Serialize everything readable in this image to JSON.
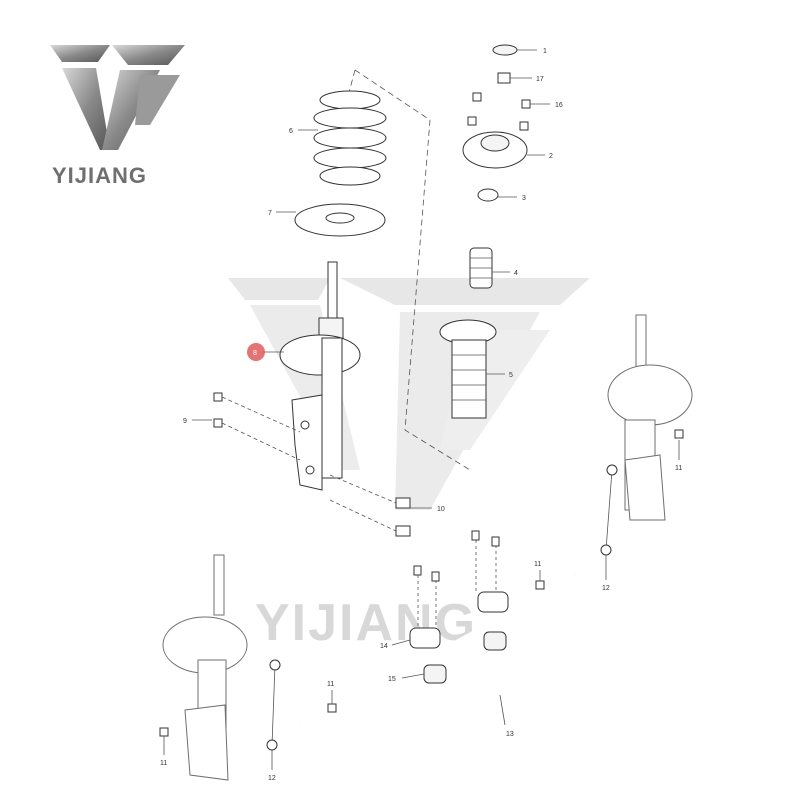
{
  "brand": {
    "name": "YIJIANG"
  },
  "watermark": {
    "text": "YIJIANG"
  },
  "callouts": [
    {
      "id": "c1",
      "label": "1"
    },
    {
      "id": "c17",
      "label": "17"
    },
    {
      "id": "c16",
      "label": "16"
    },
    {
      "id": "c2",
      "label": "2"
    },
    {
      "id": "c3",
      "label": "3"
    },
    {
      "id": "c4",
      "label": "4"
    },
    {
      "id": "c5",
      "label": "5"
    },
    {
      "id": "c6",
      "label": "6"
    },
    {
      "id": "c7",
      "label": "7"
    },
    {
      "id": "c8",
      "label": "8"
    },
    {
      "id": "c9",
      "label": "9"
    },
    {
      "id": "c10",
      "label": "10"
    },
    {
      "id": "c11a",
      "label": "11"
    },
    {
      "id": "c11b",
      "label": "11"
    },
    {
      "id": "c11c",
      "label": "11"
    },
    {
      "id": "c11d",
      "label": "11"
    },
    {
      "id": "c12a",
      "label": "12"
    },
    {
      "id": "c12b",
      "label": "12"
    },
    {
      "id": "c13",
      "label": "13"
    },
    {
      "id": "c14",
      "label": "14"
    },
    {
      "id": "c15",
      "label": "15"
    }
  ],
  "colors": {
    "highlight": "#e05a5a",
    "logo_gray": "#7a7a7a",
    "watermark": "#d8d8d8"
  }
}
